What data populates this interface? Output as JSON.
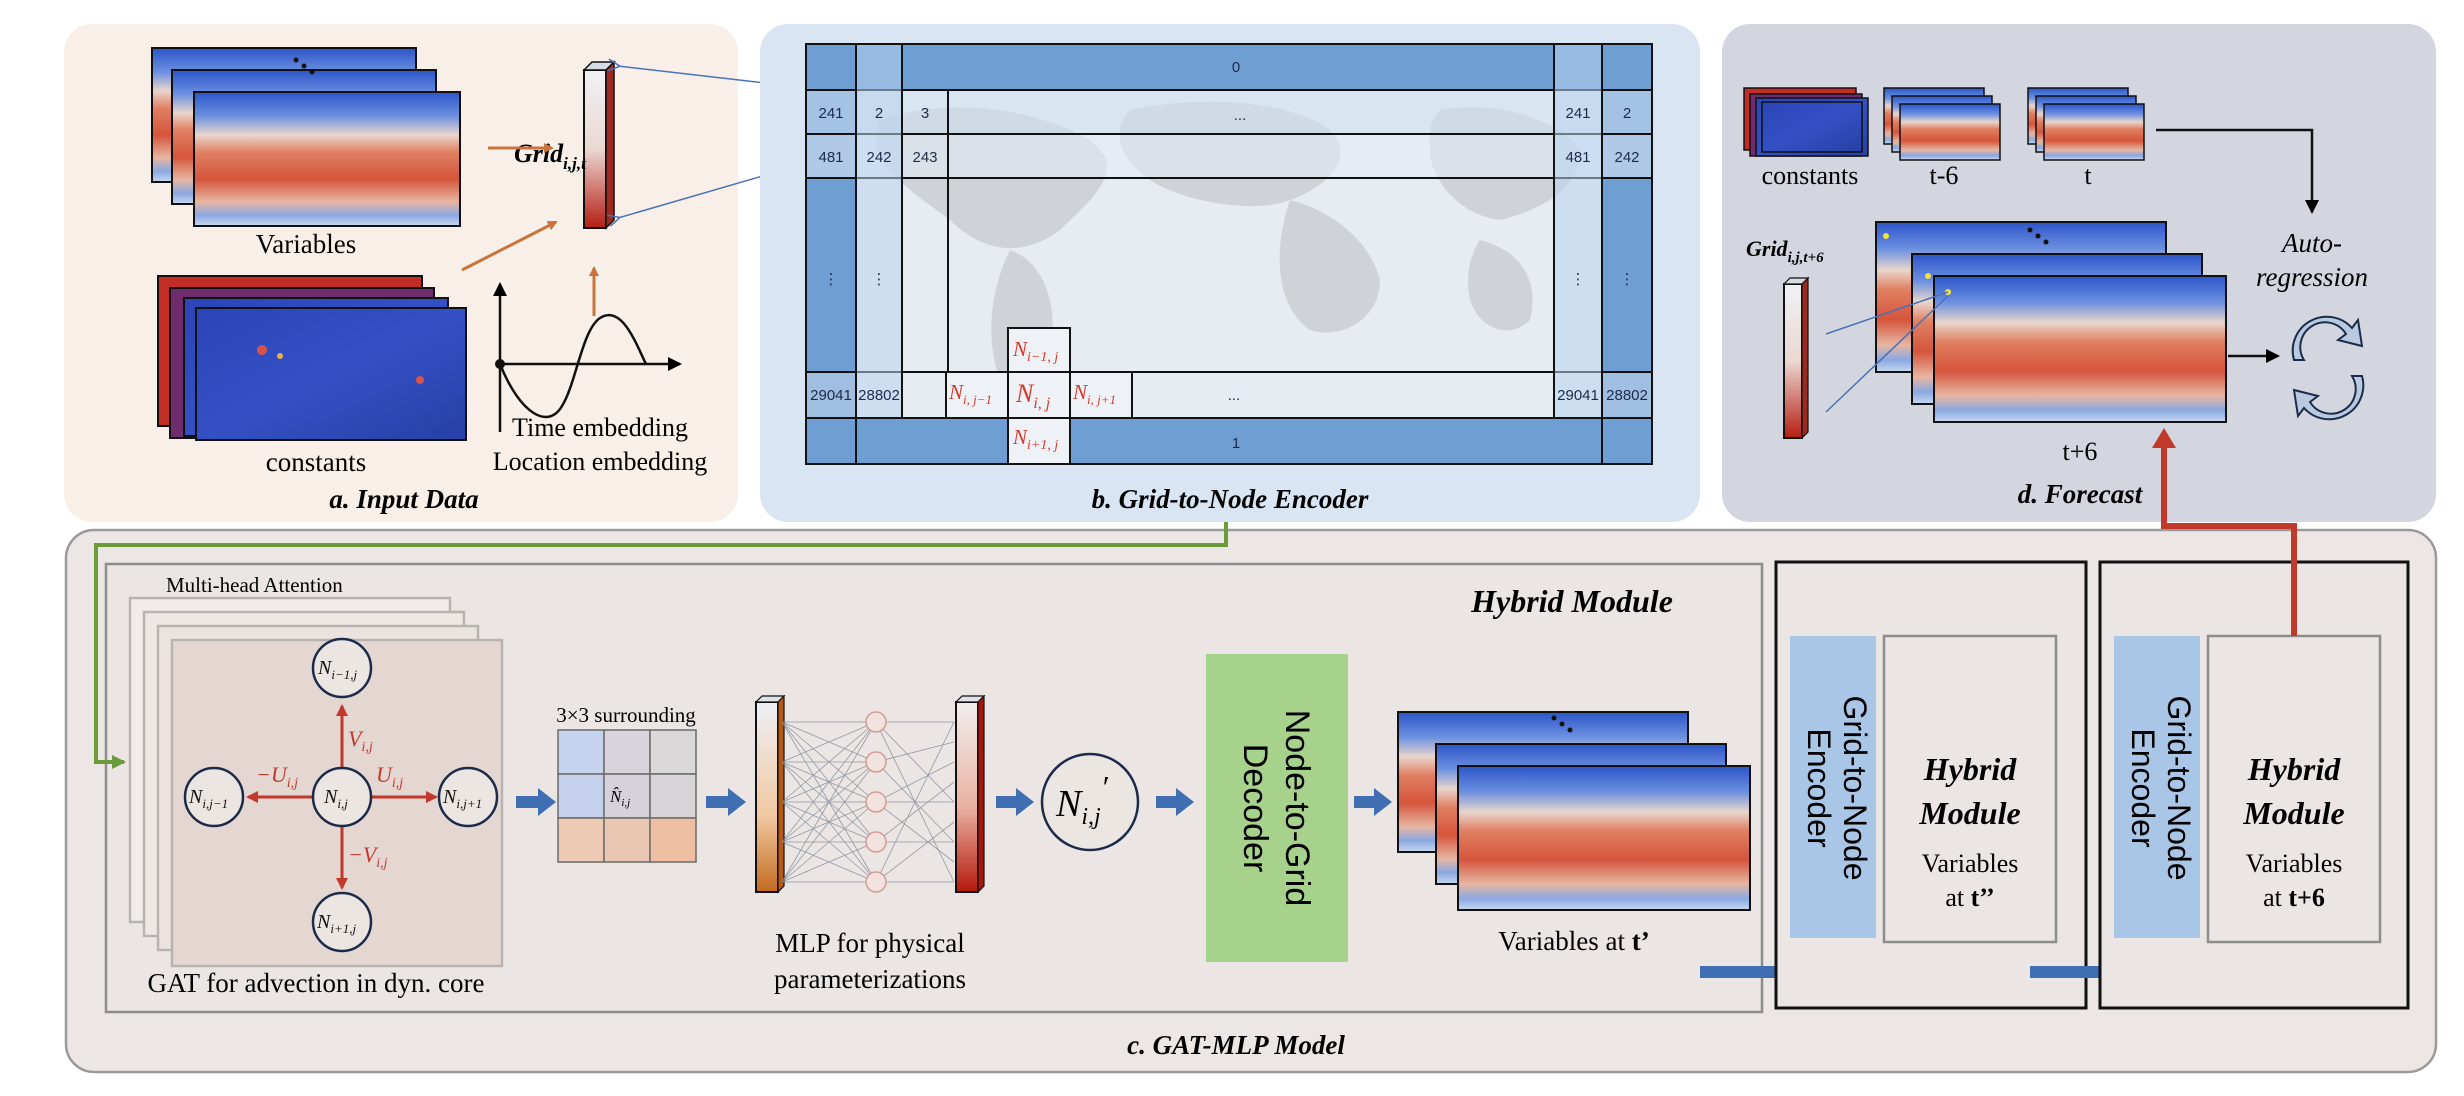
{
  "panel_a": {
    "caption": "a. Input Data",
    "variables_label": "Variables",
    "constants_label": "constants",
    "time_embedding": "Time embedding",
    "location_embedding": "Location embedding",
    "grid_label": "Grid",
    "grid_sub": "i,j,t"
  },
  "panel_b": {
    "caption": "b. Grid-to-Node Encoder",
    "top_index": "0",
    "bottom_index": "1",
    "row1": [
      "241",
      "2",
      "3",
      "...",
      "241",
      "2"
    ],
    "row2": [
      "481",
      "242",
      "243",
      "481",
      "242"
    ],
    "dots": [
      "⋮",
      "⋮",
      "⋮",
      "⋮"
    ],
    "row_last": [
      "29041",
      "28802",
      "...",
      "29041",
      "28802"
    ],
    "n_top": "N",
    "n_top_sub": "i−1, j",
    "n_left": "N",
    "n_left_sub": "i, j−1",
    "n_center": "N",
    "n_center_sub": "i, j",
    "n_right": "N",
    "n_right_sub": "i, j+1",
    "n_bottom": "N",
    "n_bottom_sub": "i+1, j"
  },
  "panel_d": {
    "caption": "d. Forecast",
    "constants_label": "constants",
    "t_minus_6": "t-6",
    "t_label": "t",
    "t_plus_6": "t+6",
    "grid_label": "Grid",
    "grid_sub": "i,j,t+6",
    "autoregression_line1": "Auto-",
    "autoregression_line2": "regression"
  },
  "panel_c": {
    "caption": "c. GAT-MLP Model",
    "hybrid_title": "Hybrid Module",
    "mha_label": "Multi-head Attention",
    "gat_caption": "GAT for advection in dyn. core",
    "node_center": "N",
    "node_center_sub": "i,j",
    "node_top": "N",
    "node_top_sub": "i−1,j",
    "node_bottom": "N",
    "node_bottom_sub": "i+1,j",
    "node_left": "N",
    "node_left_sub": "i,j−1",
    "node_right": "N",
    "node_right_sub": "i,j+1",
    "edge_up": "V",
    "edge_up_sub": "i,j",
    "edge_down": "−V",
    "edge_down_sub": "i,j",
    "edge_left": "−U",
    "edge_left_sub": "i,j",
    "edge_right": "U",
    "edge_right_sub": "i,j",
    "surround_label": "3×3 surrounding",
    "surround_center": "N̂",
    "surround_center_sub": "i,j",
    "mlp_caption_1": "MLP for physical",
    "mlp_caption_2": "parameterizations",
    "n_prime": "N",
    "n_prime_sub": "i,j",
    "n_prime_mark": "′",
    "decoder_line1": "Node-to-Grid",
    "decoder_line2": "Decoder",
    "variables_at": "Variables at ",
    "t_prime": "t’",
    "block1_encoder_1": "Grid-to-Node",
    "block1_encoder_2": "Encoder",
    "block1_hybrid_1": "Hybrid",
    "block1_hybrid_2": "Module",
    "block1_vars_1": "Variables",
    "block1_vars_2": "at ",
    "block1_vars_t": "t’’",
    "block2_encoder_1": "Grid-to-Node",
    "block2_encoder_2": "Encoder",
    "block2_hybrid_1": "Hybrid",
    "block2_hybrid_2": "Module",
    "block2_vars_1": "Variables",
    "block2_vars_2": "at ",
    "block2_vars_t": "t+6"
  },
  "colors": {
    "panel_a_bg": "#f8efe8",
    "panel_b_bg": "#d9e5f3",
    "panel_d_bg": "#d3d6df",
    "panel_c_bg": "#ece7e4",
    "grid_blue": "#6f9ed2",
    "encoder_blue": "#a9c6e6",
    "decoder_green": "#a6d28c",
    "arrow_red": "#c0392b",
    "arrow_orange": "#c8743a",
    "arrow_blue": "#3f6fb2",
    "line_green": "#6a9a3a"
  }
}
